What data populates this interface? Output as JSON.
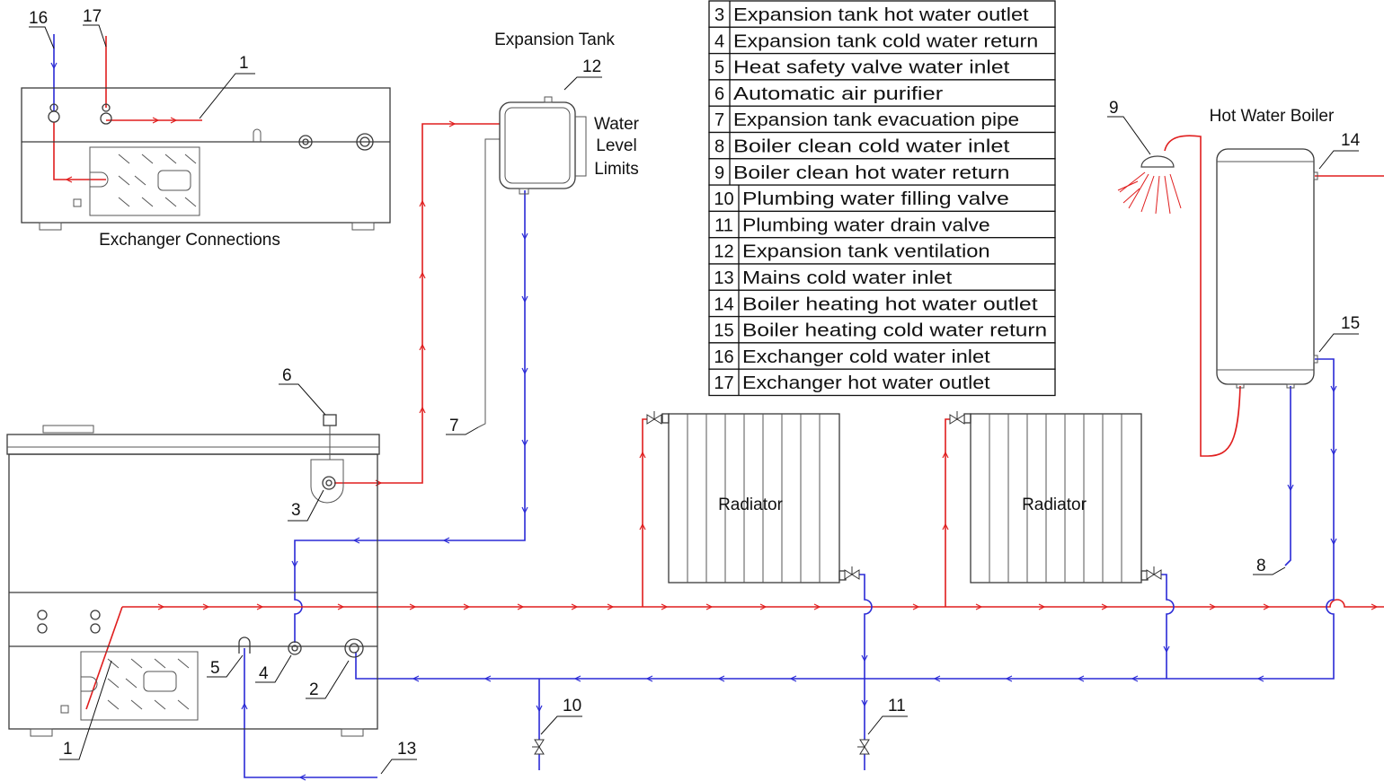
{
  "captions": {
    "expansion_tank": "Expansion Tank",
    "water_level": [
      "Water",
      "Level",
      "Limits"
    ],
    "exchanger_connections": "Exchanger Connections",
    "hot_water_boiler": "Hot Water Boiler",
    "radiator_1": "Radiator",
    "radiator_2": "Radiator"
  },
  "legend": [
    {
      "num": "3",
      "text": "Expansion tank hot water outlet"
    },
    {
      "num": "4",
      "text": "Expansion tank cold water return"
    },
    {
      "num": "5",
      "text": "Heat safety valve water inlet"
    },
    {
      "num": "6",
      "text": "Automatic air purifier"
    },
    {
      "num": "7",
      "text": "Expansion tank evacuation pipe"
    },
    {
      "num": "8",
      "text": "Boiler clean cold water inlet"
    },
    {
      "num": "9",
      "text": "Boiler clean hot water return"
    },
    {
      "num": "10",
      "text": "Plumbing water filling valve"
    },
    {
      "num": "11",
      "text": "Plumbing water drain valve"
    },
    {
      "num": "12",
      "text": "Expansion tank ventilation"
    },
    {
      "num": "13",
      "text": "Mains cold water inlet"
    },
    {
      "num": "14",
      "text": "Boiler heating hot water outlet"
    },
    {
      "num": "15",
      "text": "Boiler heating cold water return"
    },
    {
      "num": "16",
      "text": "Exchanger cold water inlet"
    },
    {
      "num": "17",
      "text": "Exchanger hot water outlet"
    }
  ],
  "callouts": {
    "c16": "16",
    "c17": "17",
    "c1_top": "1",
    "c12": "12",
    "c6": "6",
    "c3": "3",
    "c7": "7",
    "c5": "5",
    "c4": "4",
    "c2": "2",
    "c1_bottom": "1",
    "c10": "10",
    "c11": "11",
    "c13": "13",
    "c9": "9",
    "c14": "14",
    "c15": "15",
    "c8": "8"
  },
  "colors": {
    "hot_pipe": "#e01e1e",
    "cold_pipe": "#2a2ad6",
    "outline": "#3a3a3a"
  }
}
